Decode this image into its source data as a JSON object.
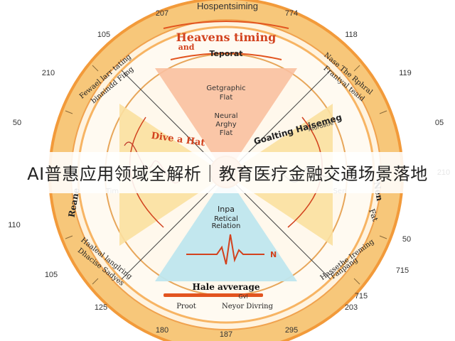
{
  "top_title": "Hospentsiming",
  "diagram": {
    "ring_numbers": [
      "207",
      "774",
      "105",
      "118",
      "210",
      "119",
      "50",
      "05",
      "210",
      "110",
      "50",
      "715",
      "105",
      "715",
      "125",
      "203",
      "180",
      "187",
      "295"
    ],
    "headings": {
      "heavens": "Heavens timing",
      "and": "and",
      "teporat": "Teporat"
    },
    "top_wedge": [
      "Getgraphic",
      "Flat",
      "Neural",
      "Arghy",
      "Flat"
    ],
    "left_curve": "Dive a Hat",
    "right_curve": "Goalting Haisemeg",
    "right_curve_sub": "Aforuatle",
    "left_small": "Tim",
    "right_small": "Sen",
    "bottom_wedge": [
      "Inpa",
      "Retical",
      "Relation"
    ],
    "bottom_heading": "Hale avverage",
    "bottom_small": "Gvl",
    "bottom_left": "Proot",
    "bottom_right": "Neyor Divring",
    "segments": {
      "upper_left": [
        "Fewael larr tating",
        "binnindd Fimg"
      ],
      "upper_right": [
        "Nase The Rphral",
        "Frantyal teaid"
      ],
      "lower_left": [
        "Haaleal langlring",
        "Dhacise Sadyes"
      ],
      "lower_right": [
        "Hassethe Ireming",
        "Fanpang"
      ],
      "left_side": "Reane",
      "right_side": "Nen",
      "right_side_2": "Fat"
    },
    "wave_label": "N",
    "colors": {
      "outer_ring": "#f7c77a",
      "outer_border": "#f29a3a",
      "inner_fill": "#fff8ec",
      "peach": "#f9c0a0",
      "yellow": "#fbe0a0",
      "blue": "#bfe6ee",
      "red_text": "#d2421e",
      "accent": "#e2541f"
    }
  },
  "banner": {
    "text": "AI普惠应用领域全解析｜教育医疗金融交通场景落地"
  }
}
